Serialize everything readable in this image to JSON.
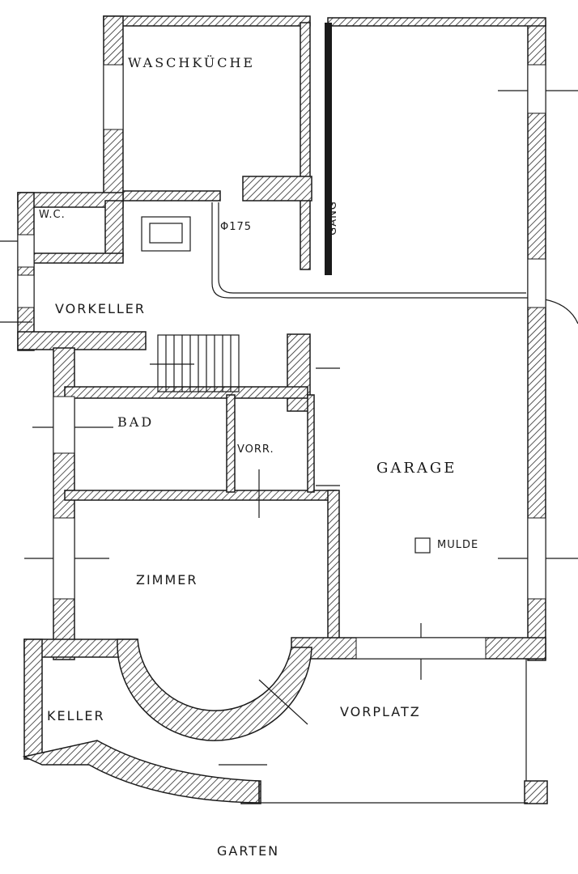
{
  "rooms": {
    "waschkueche": "WASCHKÜCHE",
    "wc": "W.C.",
    "vorkeller": "VORKELLER",
    "bad": "BAD",
    "vorraum": "VORR.",
    "garage": "GARAGE",
    "mulde": "MULDE",
    "zimmer": "ZIMMER",
    "keller": "KELLER",
    "vorplatz": "VORPLATZ",
    "garten": "GARTEN"
  },
  "annotations": {
    "pipe_dimension": "Φ175",
    "gang": "GANG"
  },
  "colors": {
    "ink": "#1a1a1a",
    "hatch": "#2a2a2a",
    "paper": "#ffffff"
  }
}
